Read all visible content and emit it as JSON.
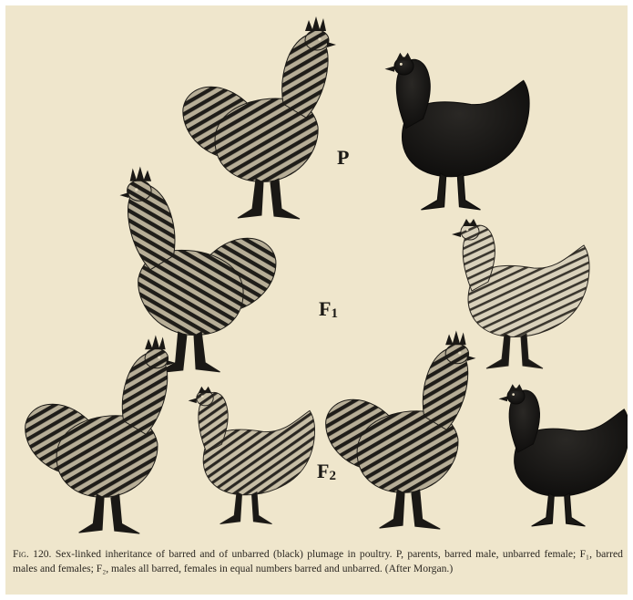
{
  "figure": {
    "generations": [
      {
        "id": "P",
        "label": "P",
        "sub": ""
      },
      {
        "id": "F1",
        "label": "F",
        "sub": "1"
      },
      {
        "id": "F2",
        "label": "F",
        "sub": "2"
      }
    ],
    "caption": {
      "fig_label": "Fig. 120.",
      "text": "Sex-linked inheritance of barred and of unbarred (black) plumage in poultry.  P, parents, barred male, unbarred female;  F₁, barred males and females;  F₂, males all barred, females in equal numbers barred and unbarred.  (After Morgan.)"
    },
    "birds": [
      {
        "generation": "P",
        "sex": "male",
        "plumage": "barred"
      },
      {
        "generation": "P",
        "sex": "female",
        "plumage": "unbarred"
      },
      {
        "generation": "F1",
        "sex": "male",
        "plumage": "barred"
      },
      {
        "generation": "F1",
        "sex": "female",
        "plumage": "barred"
      },
      {
        "generation": "F2",
        "sex": "male",
        "plumage": "barred"
      },
      {
        "generation": "F2",
        "sex": "female",
        "plumage": "barred"
      },
      {
        "generation": "F2",
        "sex": "male",
        "plumage": "barred"
      },
      {
        "generation": "F2",
        "sex": "female",
        "plumage": "unbarred"
      }
    ],
    "colors": {
      "paper": "#efe6cc",
      "ink": "#1c1a16",
      "black_bird": "#141312",
      "barred_light": "#c9c0a8"
    }
  }
}
